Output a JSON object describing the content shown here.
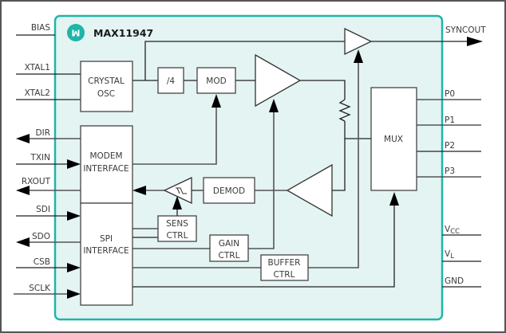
{
  "chip": {
    "part_number": "MAX11947",
    "logo_icon": "maxim-logo-icon",
    "colors": {
      "body_fill": "#e3f4f2",
      "body_border": "#1fb5a8",
      "logo": "#1fb5a8"
    }
  },
  "left_pins": [
    {
      "name": "BIAS",
      "direction": "none"
    },
    {
      "name": "XTAL1",
      "direction": "none"
    },
    {
      "name": "XTAL2",
      "direction": "none"
    },
    {
      "name": "DIR",
      "direction": "out"
    },
    {
      "name": "TXIN",
      "direction": "in"
    },
    {
      "name": "RXOUT",
      "direction": "out"
    },
    {
      "name": "SDI",
      "direction": "in"
    },
    {
      "name": "SDO",
      "direction": "out"
    },
    {
      "name": "CSB",
      "direction": "in"
    },
    {
      "name": "SCLK",
      "direction": "in"
    }
  ],
  "right_pins": [
    {
      "name": "SYNCOUT",
      "direction": "out"
    },
    {
      "name": "P0",
      "direction": "none"
    },
    {
      "name": "P1",
      "direction": "none"
    },
    {
      "name": "P2",
      "direction": "none"
    },
    {
      "name": "P3",
      "direction": "none"
    },
    {
      "name": "VCC",
      "base": "V",
      "sub": "CC",
      "direction": "none"
    },
    {
      "name": "VL",
      "base": "V",
      "sub": "L",
      "direction": "none"
    },
    {
      "name": "GND",
      "direction": "none"
    }
  ],
  "blocks": {
    "crystal_osc": [
      "CRYSTAL",
      "OSC"
    ],
    "div4": "/4",
    "mod": "MOD",
    "modem_interface": [
      "MODEM",
      "INTERFACE"
    ],
    "spi_interface": [
      "SPI",
      "INTERFACE"
    ],
    "demod": "DEMOD",
    "sens_ctrl": [
      "SENS",
      "CTRL"
    ],
    "gain_ctrl": [
      "GAIN",
      "CTRL"
    ],
    "buffer_ctrl": [
      "BUFFER",
      "CTRL"
    ],
    "mux": "MUX"
  }
}
